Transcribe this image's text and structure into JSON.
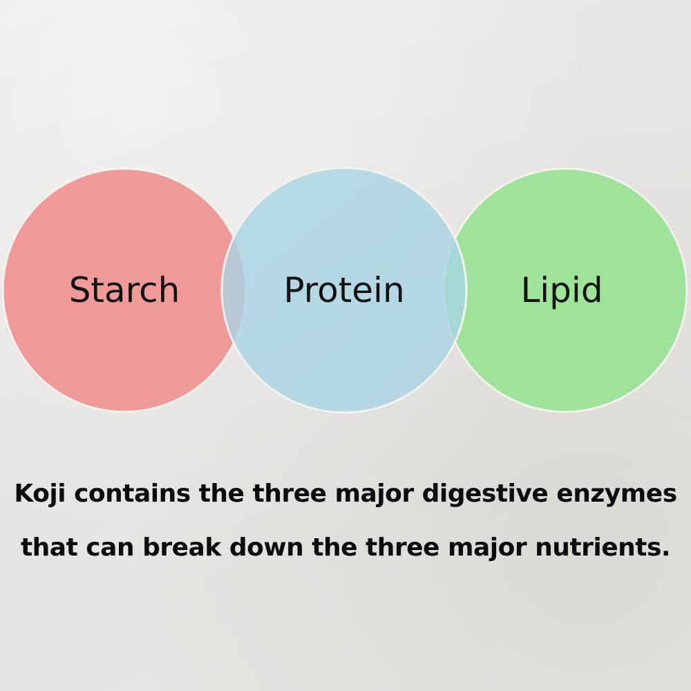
{
  "diagram": {
    "circles": [
      {
        "id": "starch",
        "label": "Starch",
        "color": "#ef9a98"
      },
      {
        "id": "protein",
        "label": "Protein",
        "color": "#a6d4e6"
      },
      {
        "id": "lipid",
        "label": "Lipid",
        "color": "#9fe39a"
      }
    ],
    "overlap_colors": {
      "starch_protein": "#c9b2b8",
      "protein_lipid": "#a2dcb6"
    }
  },
  "caption": {
    "line1": "Koji contains the three major digestive enzymes",
    "line2": "that can break down the three major nutrients."
  },
  "colors": {
    "background": "#e9e7e3",
    "text": "#111111"
  }
}
